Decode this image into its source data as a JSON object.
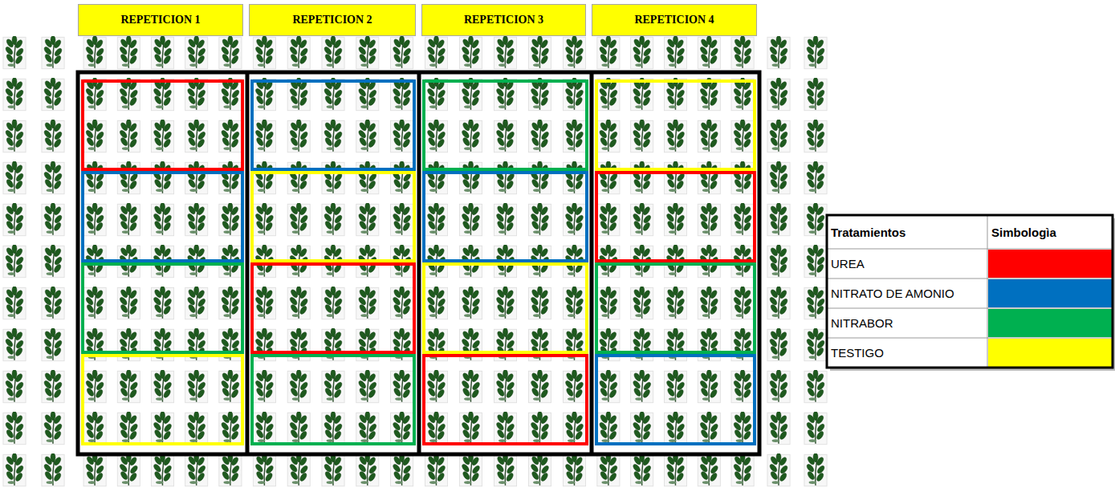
{
  "diagram": {
    "nodes": [
      {
        "text": [
          "REPETICION 1"
        ]
      },
      {
        "text": [
          "REPETICION 2"
        ]
      },
      {
        "text": [
          "REPETICION 3"
        ]
      },
      {
        "text": [
          "REPETICION 4"
        ]
      }
    ],
    "labels": [
      "Tratamientos",
      "Simbologìa"
    ],
    "legend": [
      {
        "text": "UREA",
        "color": "#ff0000"
      },
      {
        "text": "NITRATO DE AMONIO",
        "color": "#0070c0"
      },
      {
        "text": "NITRABOR",
        "color": "#00b050"
      },
      {
        "text": "TESTIGO",
        "color": "#ffff00"
      }
    ]
  }
}
